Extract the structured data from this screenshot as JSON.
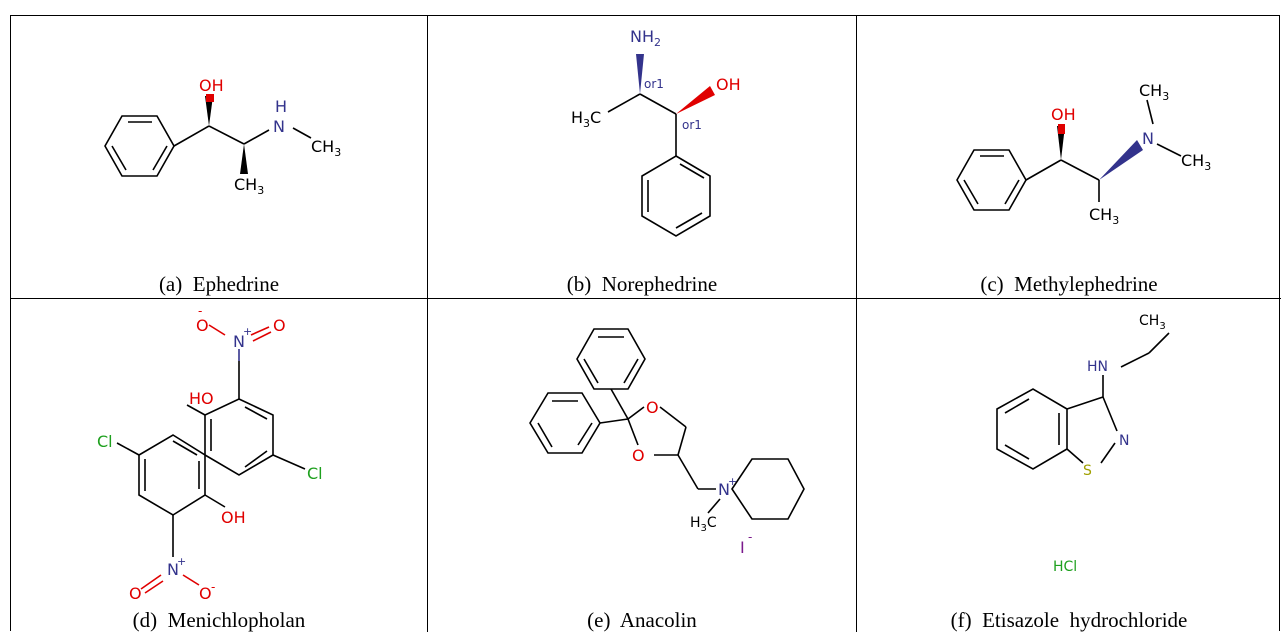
{
  "figure": {
    "cells": [
      {
        "letter": "(a)",
        "name": "Ephedrine",
        "atoms": {
          "oh": "OH",
          "nh": "H",
          "n": "N",
          "ch3_n": "CH",
          "ch3_n_sub": "3",
          "ch3_b": "CH",
          "ch3_b_sub": "3"
        }
      },
      {
        "letter": "(b)",
        "name": "Norephedrine",
        "atoms": {
          "nh2": "NH",
          "nh2_sub": "2",
          "or1_a": "or1",
          "or1_b": "or1",
          "oh": "OH",
          "h3c": "H",
          "h3c_sub": "3",
          "h3c_c": "C"
        }
      },
      {
        "letter": "(c)",
        "name": "Methylephedrine",
        "atoms": {
          "oh": "OH",
          "n": "N",
          "ch3_top": "CH",
          "ch3_top_sub": "3",
          "ch3_right": "CH",
          "ch3_right_sub": "3",
          "ch3_bottom": "CH",
          "ch3_bottom_sub": "3"
        }
      },
      {
        "letter": "(d)",
        "name": "Menichlopholan",
        "atoms": {
          "o_minus_top": "O",
          "minus": "-",
          "n_top": "N",
          "plus": "+",
          "o_top": "O",
          "ho": "HO",
          "cl_left": "Cl",
          "cl_right": "Cl",
          "oh": "OH",
          "n_bottom": "N",
          "o_left": "O",
          "o_bottom": "O"
        }
      },
      {
        "letter": "(e)",
        "name": "Anacolin",
        "atoms": {
          "o1": "O",
          "o2": "O",
          "n": "N",
          "plus": "+",
          "h3c": "H",
          "h3c_sub": "3",
          "h3c_c": "C",
          "iodide": "I",
          "minus": "-"
        }
      },
      {
        "letter": "(f)",
        "name": "Etisazole  hydrochloride",
        "atoms": {
          "ch3": "CH",
          "ch3_sub": "3",
          "hn": "HN",
          "n": "N",
          "s": "S",
          "hcl": "HCl"
        }
      }
    ],
    "colors": {
      "nitrogen": "#33338c",
      "oxygen": "#e00000",
      "chlorine": "#1ea01e",
      "sulfur": "#a0a000",
      "iodine": "#7a1a8c",
      "bond": "#000000"
    }
  }
}
